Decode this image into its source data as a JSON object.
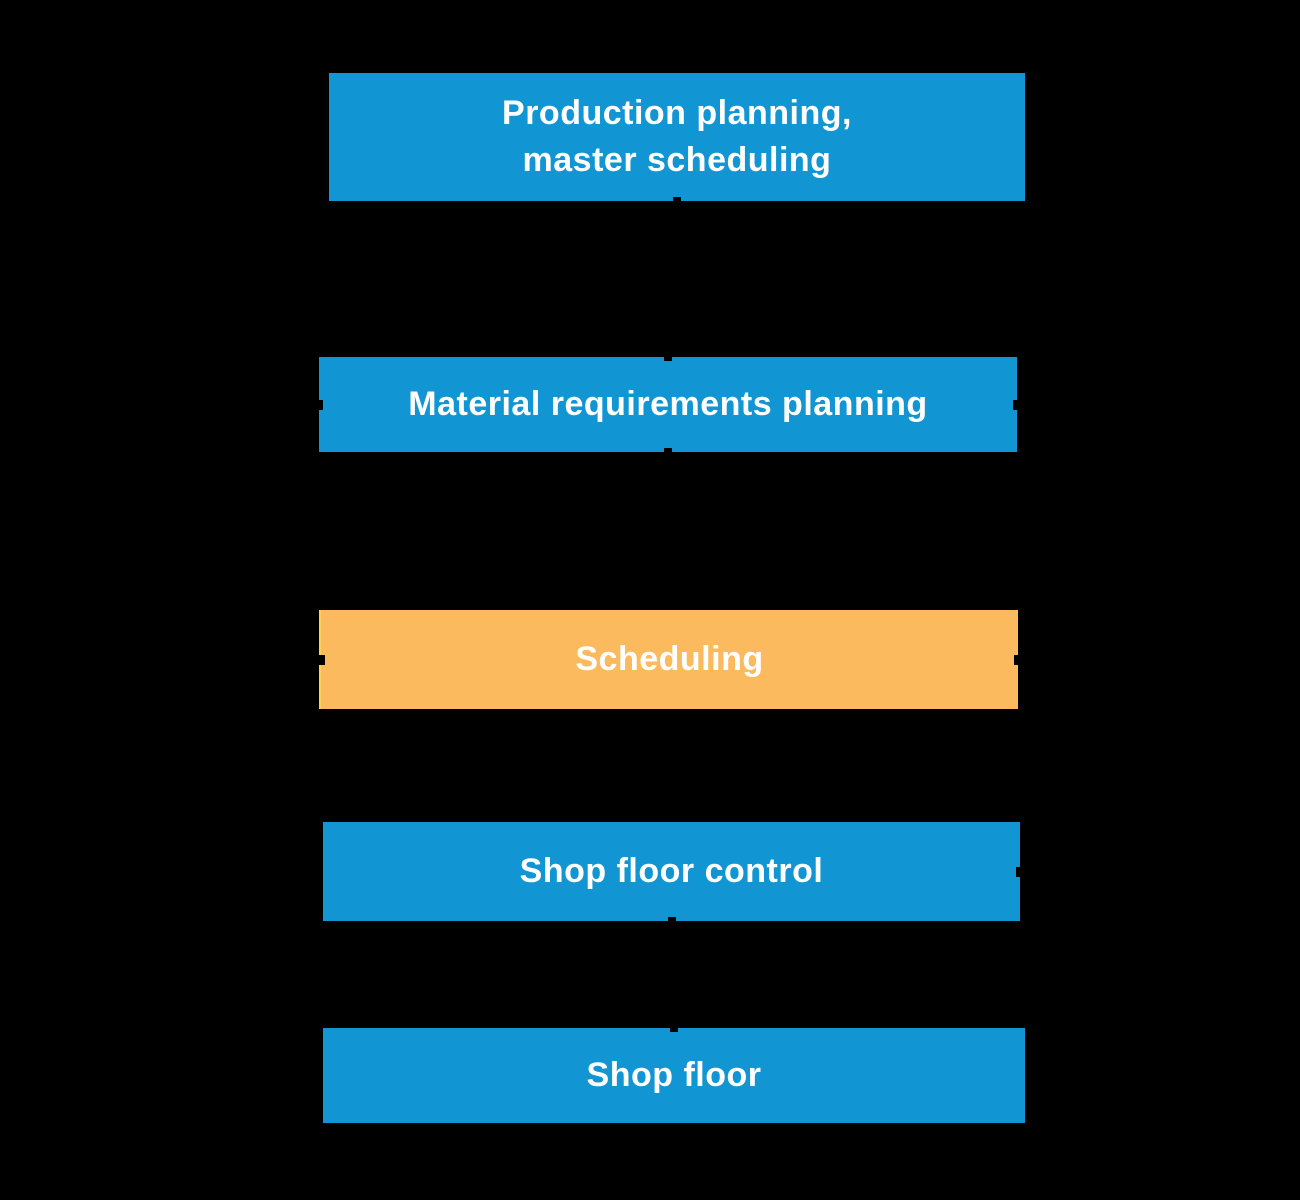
{
  "canvas": {
    "background": "#000000"
  },
  "diagram": {
    "type": "flowchart",
    "orientation": "vertical",
    "colors": {
      "node_blue": "#1196d3",
      "node_orange": "#fcba5e",
      "node_text": "#ffffff",
      "connector": "#000000"
    },
    "nodes": [
      {
        "id": "production-planning",
        "label": "Production planning,\nmaster scheduling",
        "color": "#1196d3"
      },
      {
        "id": "material-requirements-planning",
        "label": "Material requirements planning",
        "color": "#1196d3"
      },
      {
        "id": "scheduling",
        "label": "Scheduling",
        "color": "#fcba5e"
      },
      {
        "id": "shop-floor-control",
        "label": "Shop floor control",
        "color": "#1196d3"
      },
      {
        "id": "shop-floor",
        "label": "Shop floor",
        "color": "#1196d3"
      }
    ],
    "order": [
      "production-planning",
      "material-requirements-planning",
      "scheduling",
      "shop-floor-control",
      "shop-floor"
    ]
  }
}
